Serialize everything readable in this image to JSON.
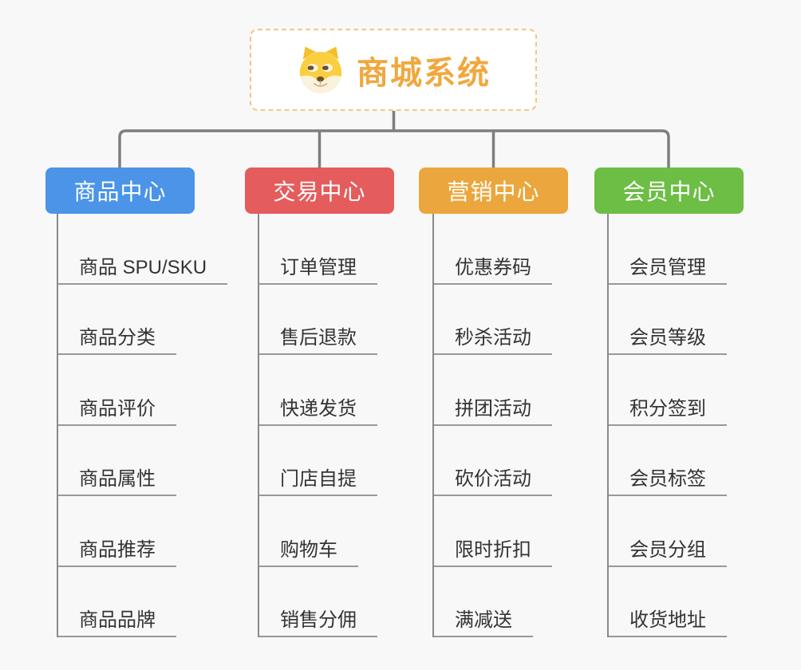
{
  "root": {
    "title": "商城系统",
    "icon": "doge-face"
  },
  "branches": [
    {
      "label": "商品中心",
      "color": "#4B94E7",
      "children": [
        "商品 SPU/SKU",
        "商品分类",
        "商品评价",
        "商品属性",
        "商品推荐",
        "商品品牌"
      ]
    },
    {
      "label": "交易中心",
      "color": "#E45C5C",
      "children": [
        "订单管理",
        "售后退款",
        "快递发货",
        "门店自提",
        "购物车",
        "销售分佣"
      ]
    },
    {
      "label": "营销中心",
      "color": "#EBA73D",
      "children": [
        "优惠券码",
        "秒杀活动",
        "拼团活动",
        "砍价活动",
        "限时折扣",
        "满减送"
      ]
    },
    {
      "label": "会员中心",
      "color": "#6CBE45",
      "children": [
        "会员管理",
        "会员等级",
        "积分签到",
        "会员标签",
        "会员分组",
        "收货地址"
      ]
    }
  ],
  "colors": {
    "background": "#F8F8F8",
    "root_border": "#F2C782",
    "root_title": "#F0A83E",
    "connector_line": "#7E7E7E",
    "child_spine": "#8A8A8A",
    "child_underline": "#999999",
    "child_text": "#333333",
    "branch_text": "#FFFFFF"
  }
}
